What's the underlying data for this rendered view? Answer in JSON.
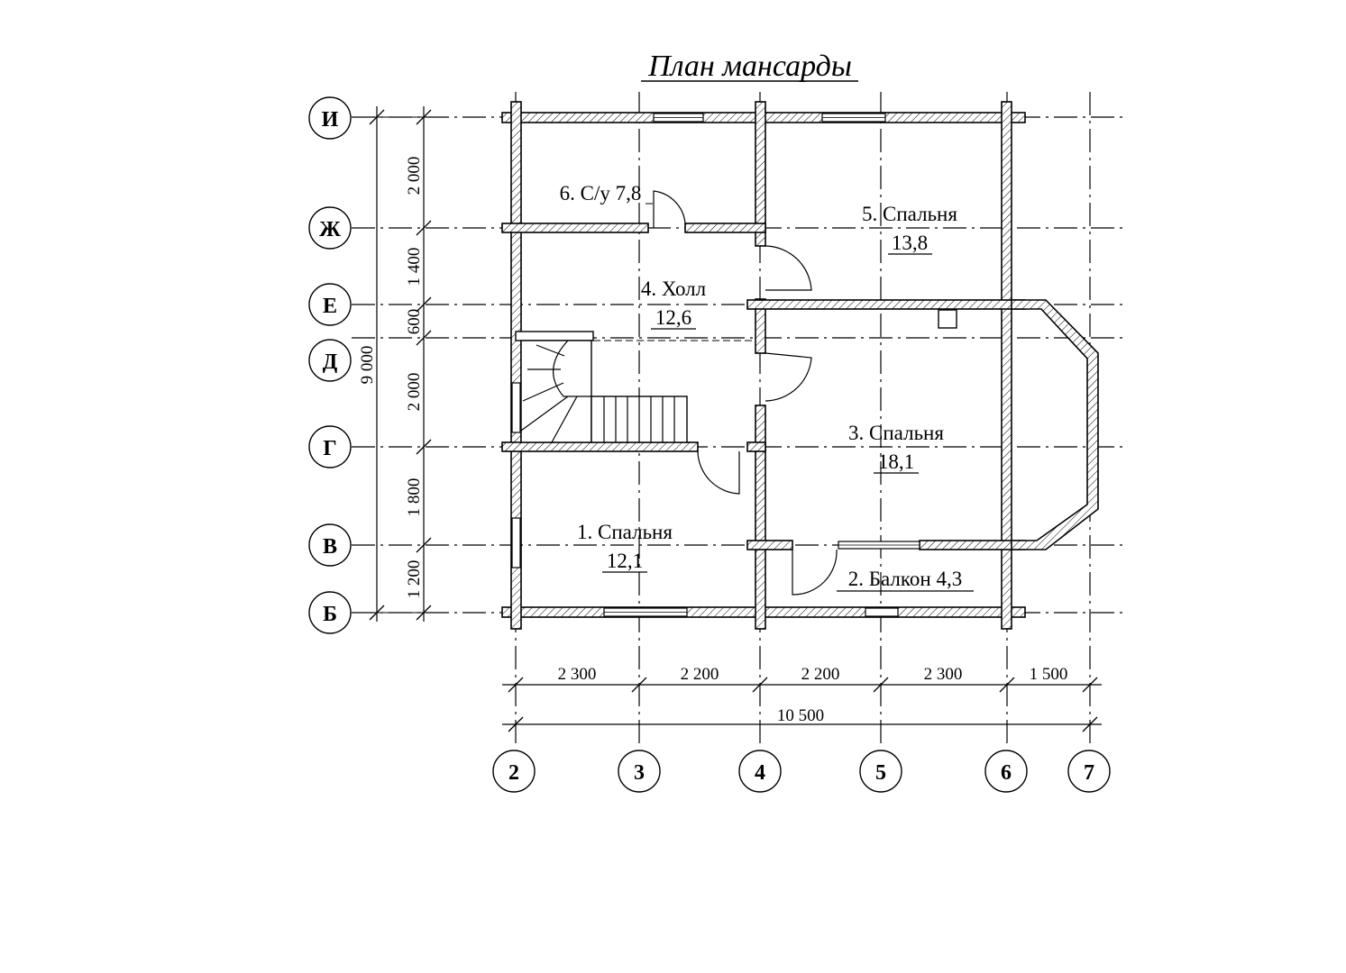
{
  "title": "План мансарды",
  "rooms": [
    {
      "name": "6. С/у 7,8",
      "area": ""
    },
    {
      "name": "5. Спальня",
      "area": "13,8"
    },
    {
      "name": "4. Холл",
      "area": "12,6"
    },
    {
      "name": "3. Спальня",
      "area": "18,1"
    },
    {
      "name": "1. Спальня",
      "area": "12,1"
    },
    {
      "name": "2. Балкон 4,3",
      "area": ""
    }
  ],
  "row_axes": [
    "И",
    "Ж",
    "Е",
    "Д",
    "Г",
    "В",
    "Б"
  ],
  "column_axes": [
    "2",
    "3",
    "4",
    "5",
    "6",
    "7"
  ],
  "vertical_dims": [
    "2 000",
    "1 400",
    "600",
    "2 000",
    "1 800",
    "1 200"
  ],
  "vertical_total": "9 000",
  "horizontal_dims": [
    "2 300",
    "2 200",
    "2 200",
    "2 300",
    "1 500"
  ],
  "horizontal_total": "10 500"
}
